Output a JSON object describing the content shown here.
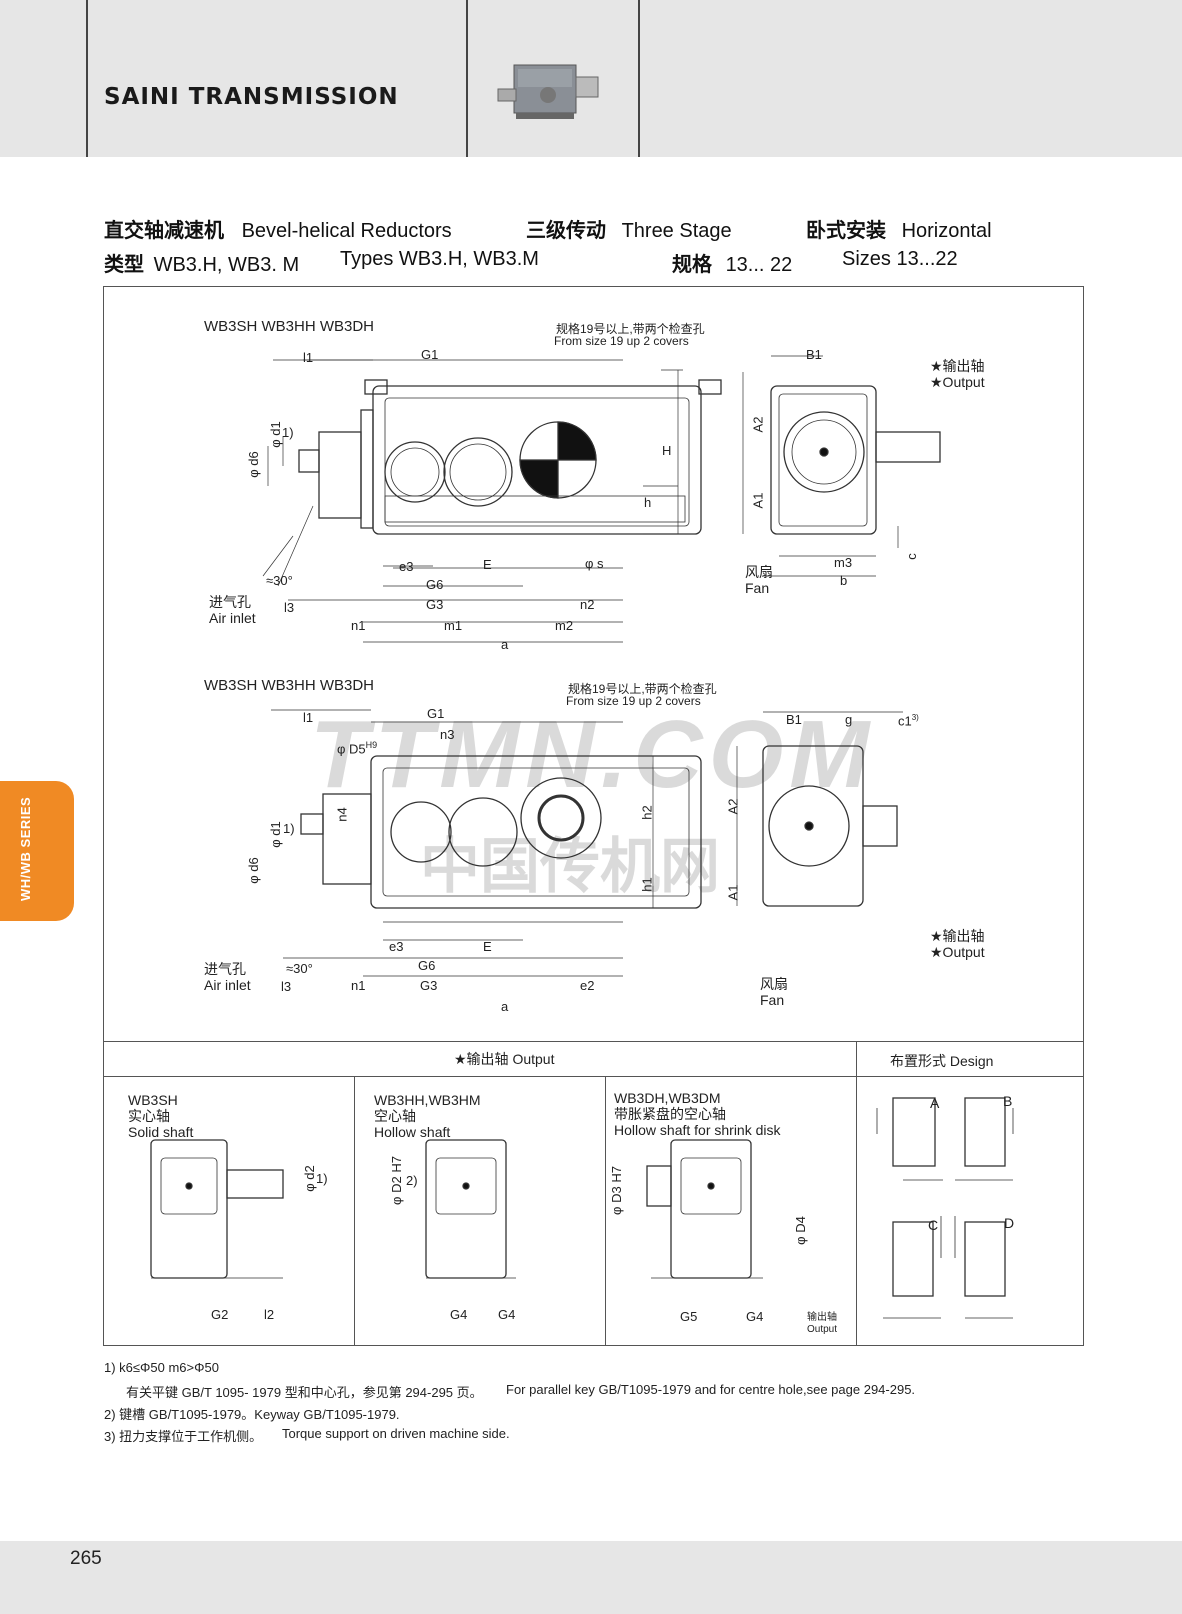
{
  "header": {
    "brand": "SAINI TRANSMISSION",
    "product_image_icon": "gearbox-photo"
  },
  "title": {
    "line1": {
      "cn1": "直交轴减速机",
      "en1": "Bevel-helical   Reductors",
      "cn2": "三级传动",
      "en2": "Three  Stage",
      "cn3": "卧式安装",
      "en3": "Horizontal"
    },
    "line2": {
      "cn1": "类型",
      "en1": "WB3.H, WB3. M",
      "en2": "Types  WB3.H,   WB3.M",
      "cn3": "规格",
      "en3": "13... 22",
      "en4": "Sizes 13...22"
    }
  },
  "drawing1": {
    "model_label": "WB3SH WB3HH WB3DH",
    "cover_note_cn": "规格19号以上,带两个检查孔",
    "cover_note_en": "From  size 19  up 2 covers",
    "air_inlet_cn": "进气孔",
    "air_inlet_en": "Air inlet",
    "angle": "≈30°",
    "output_cn": "★输出轴",
    "output_en": "★Output",
    "fan_cn": "风扇",
    "fan_en": "Fan",
    "dims": {
      "l1": "l1",
      "G1": "G1",
      "phi_d1": "φ d1",
      "d1_note": "1)",
      "phi_d6": "φ d6",
      "H": "H",
      "h": "h",
      "e3": "e3",
      "E": "E",
      "phi_s": "φ s",
      "G6": "G6",
      "l3": "l3",
      "G3": "G3",
      "n2": "n2",
      "n1": "n1",
      "m1": "m1",
      "m2": "m2",
      "a": "a",
      "B1": "B1",
      "A2": "A2",
      "A1": "A1",
      "m3": "m3",
      "b": "b",
      "c": "c"
    }
  },
  "drawing2": {
    "model_label": "WB3SH WB3HH WB3DH",
    "cover_note_cn": "规格19号以上,带两个检查孔",
    "cover_note_en": "From  size 19  up 2 covers",
    "air_inlet_cn": "进气孔",
    "air_inlet_en": "Air inlet",
    "angle": "≈30°",
    "output_cn": "★输出轴",
    "output_en": "★Output",
    "fan_cn": "风扇",
    "fan_en": "Fan",
    "dims": {
      "l1": "l1",
      "G1": "G1",
      "n3": "n3",
      "phi_D5": "φ D5",
      "D5_tol": "H9",
      "n4": "n4",
      "phi_d1": "φ d1",
      "d1_note": "1)",
      "phi_d6": "φ d6",
      "h2": "h2",
      "h1": "h1",
      "e3": "e3",
      "E": "E",
      "G6": "G6",
      "l3": "l3",
      "n1": "n1",
      "G3": "G3",
      "e2": "e2",
      "a": "a",
      "B1": "B1",
      "g": "g",
      "c1": "c1",
      "c1_note": "3)",
      "A2": "A2",
      "A1": "A1"
    }
  },
  "watermark": {
    "text1": "TTMN.COM",
    "text2": "中国传机网"
  },
  "output_section": {
    "header": "★输出轴   Output",
    "design_header": "布置形式 Design",
    "solid": {
      "model": "WB3SH",
      "cn": "实心轴",
      "en": "Solid shaft",
      "d2": "φ d2",
      "d2_note": "1)",
      "G2": "G2",
      "l2": "l2"
    },
    "hollow": {
      "model": "WB3HH,WB3HM",
      "cn": "空心轴",
      "en": "Hollow shaft",
      "D2": "φ D2 H7",
      "D2_note": "2)",
      "G4a": "G4",
      "G4b": "G4"
    },
    "shrink": {
      "model": "WB3DH,WB3DM",
      "cn": "带胀紧盘的空心轴",
      "en": "Hollow shaft for shrink disk",
      "D3": "φ D3 H7",
      "D4": "φ D4",
      "G5": "G5",
      "G4": "G4",
      "out_cn": "输出轴",
      "out_en": "Output"
    },
    "designs": [
      "A",
      "B",
      "C",
      "D"
    ]
  },
  "notes": {
    "n1a": "1)  k6≤Φ50    m6>Φ50",
    "n1b": "有关平键  GB/T 1095- 1979 型和中心孔，参见第 294-295 页。",
    "n1c": "For parallel key GB/T1095-1979 and for centre hole,see page 294-295.",
    "n2": "2)  键槽  GB/T1095-1979。Keyway GB/T1095-1979.",
    "n3a": "3)  扭力支撑位于工作机侧。",
    "n3b": "Torque support on driven machine side."
  },
  "side_tab": {
    "text": "WH/WB SERIES",
    "color": "#f08a24"
  },
  "footer": {
    "page_number": "265"
  }
}
